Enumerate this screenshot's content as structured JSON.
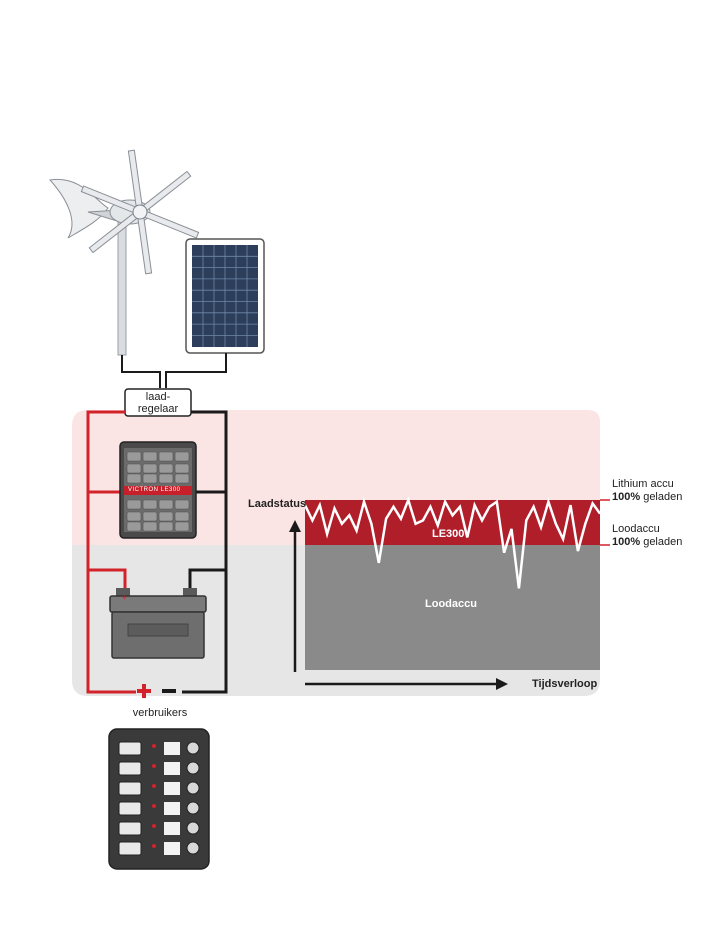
{
  "labels": {
    "controller_line1": "laad-",
    "controller_line2": "regelaar",
    "consumers": "verbruikers",
    "y_axis": "Laadstatus",
    "x_axis": "Tijdsverloop",
    "lithium_line1": "Lithium accu",
    "lithium_line2_pct": "100%",
    "lithium_line2_rest": " geladen",
    "lead_line1": "Loodaccu",
    "lead_line2_pct": "100%",
    "lead_line2_rest": " geladen",
    "band_le300": "LE300",
    "band_lead": "Loodaccu",
    "battery_brand": "VICTRON LE300"
  },
  "icons": [
    "wind-turbine-icon",
    "solar-panel-icon",
    "lithium-battery-icon",
    "lead-acid-battery-icon",
    "switch-panel-icon",
    "plus-icon",
    "minus-icon"
  ],
  "colors": {
    "red": "#d2232a",
    "dark_red": "#b01e2a",
    "pink_bg": "#fbe4e4",
    "grey_bg": "#e6e6e6",
    "lead_fill": "#8a8a8a",
    "wire_black": "#1a1a1a"
  },
  "chart_data": {
    "type": "line",
    "xlabel": "Tijdsverloop",
    "ylabel": "Laadstatus",
    "levels": [
      {
        "name": "Lithium accu 100% geladen",
        "value": 100
      },
      {
        "name": "Loodaccu 100% geladen",
        "value": 85
      }
    ],
    "series": [
      {
        "name": "laadstatus",
        "x": [
          0,
          1,
          2,
          3,
          4,
          5,
          6,
          7,
          8,
          9,
          10,
          11,
          12,
          13,
          14,
          15,
          16,
          17,
          18,
          19,
          20,
          21,
          22,
          23,
          24,
          25,
          26,
          27,
          28,
          29,
          30,
          31,
          32,
          33,
          34,
          35,
          36,
          37,
          38,
          39,
          40
        ],
        "values": [
          97,
          88,
          97,
          80,
          95,
          86,
          91,
          82,
          99,
          86,
          63,
          89,
          96,
          89,
          100,
          86,
          88,
          96,
          85,
          99,
          91,
          96,
          78,
          97,
          88,
          96,
          99,
          69,
          83,
          48,
          88,
          96,
          84,
          99,
          86,
          77,
          97,
          70,
          86,
          98,
          92
        ]
      }
    ]
  }
}
